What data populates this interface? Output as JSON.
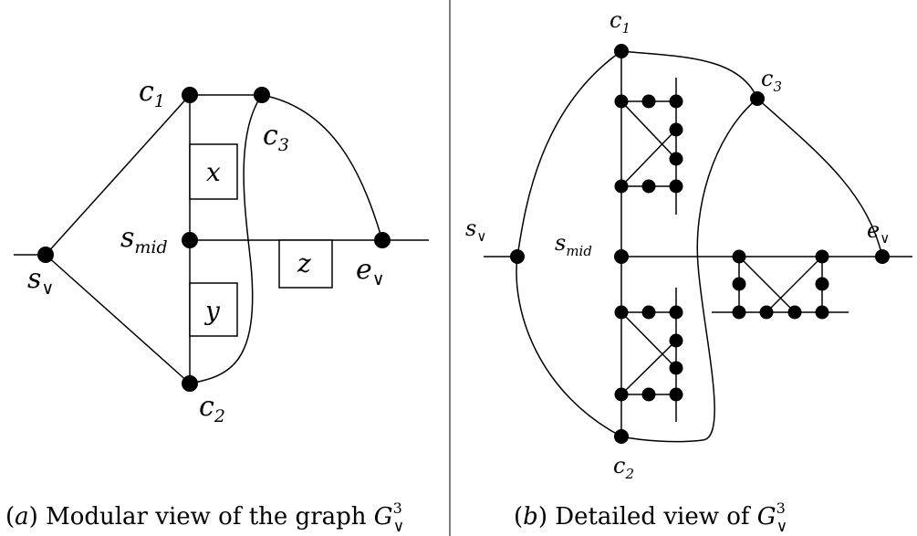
{
  "panel_a": {
    "labels": {
      "c1": "c",
      "c1_sub": "1",
      "c2": "c",
      "c2_sub": "2",
      "c3": "c",
      "c3_sub": "3",
      "s_or": "s",
      "s_or_sub": "∨",
      "s_mid": "s",
      "s_mid_sub": "mid",
      "e_or": "e",
      "e_or_sub": "∨",
      "x": "x",
      "y": "y",
      "z": "z"
    },
    "caption": {
      "prefix": "(",
      "letter": "a",
      "suffix": ") Modular view of the graph ",
      "graph": "G",
      "graph_sub": "∨",
      "graph_sup": "3"
    }
  },
  "panel_b": {
    "labels": {
      "c1": "c",
      "c1_sub": "1",
      "c2": "c",
      "c2_sub": "2",
      "c3": "c",
      "c3_sub": "3",
      "s_or": "s",
      "s_or_sub": "∨",
      "s_mid": "s",
      "s_mid_sub": "mid",
      "e_or": "e",
      "e_or_sub": "∨"
    },
    "caption": {
      "prefix": "(",
      "letter": "b",
      "suffix": ") Detailed view of ",
      "graph": "G",
      "graph_sub": "∨",
      "graph_sup": "3"
    }
  }
}
